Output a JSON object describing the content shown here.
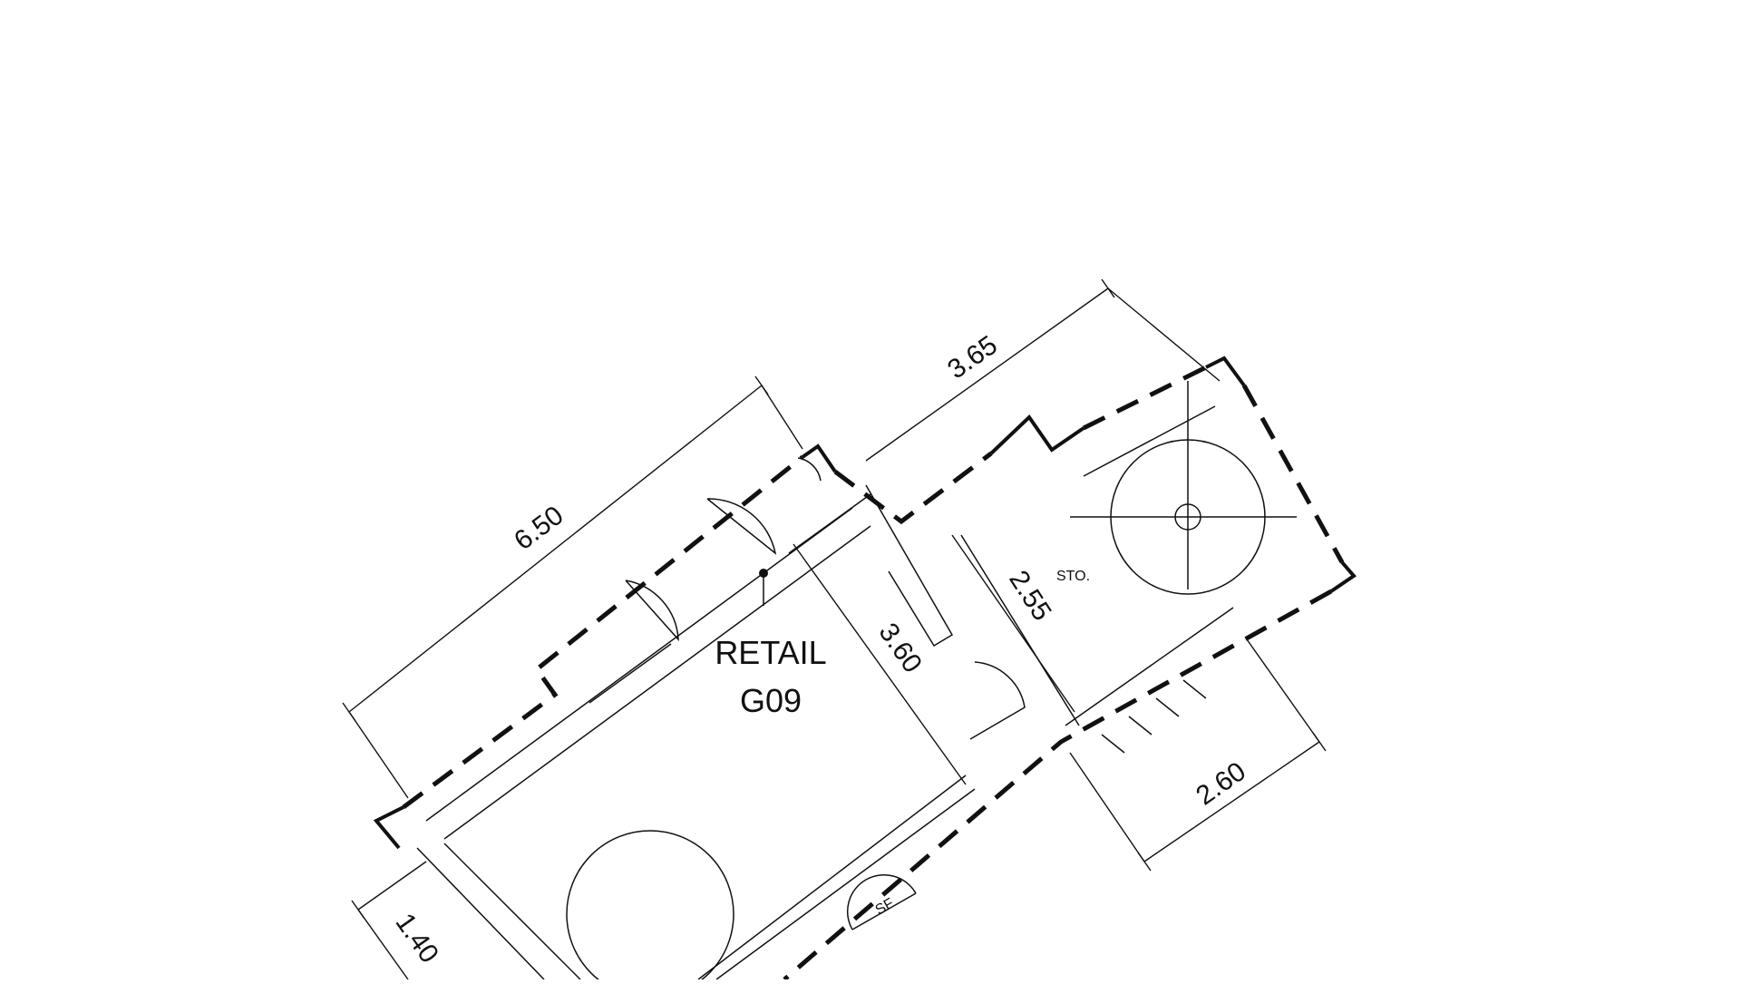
{
  "room": {
    "name": "RETAIL",
    "number": "G09"
  },
  "store_label": "STO.",
  "dimensions": {
    "overall_left": "6.50",
    "overall_right": "3.65",
    "depth_retail": "3.60",
    "depth_store": "2.55",
    "store_width": "2.60",
    "bottom_left": "1.40"
  },
  "symbol_label": "SF",
  "colors": {
    "line": "#111111",
    "background": "#ffffff"
  }
}
